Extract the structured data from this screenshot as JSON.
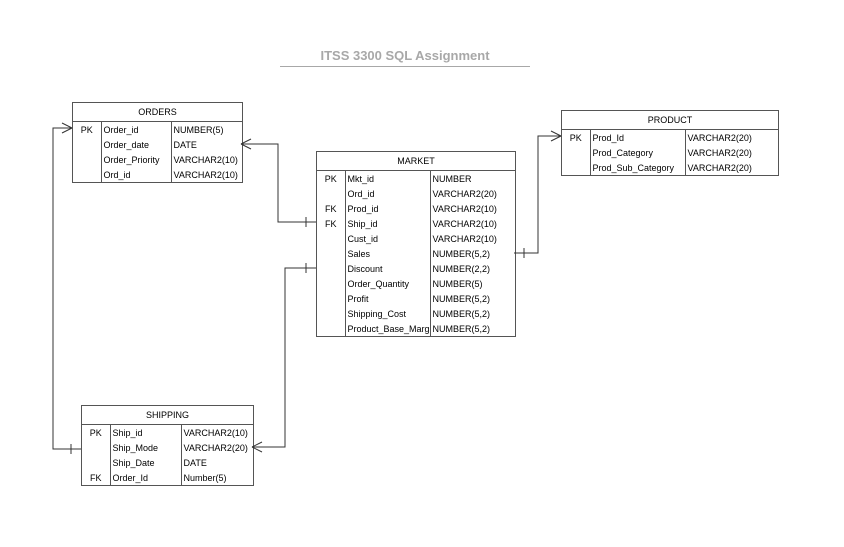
{
  "diagram": {
    "title": "ITSS 3300  SQL Assignment"
  },
  "entities": {
    "orders": {
      "name": "ORDERS",
      "rows": [
        {
          "key": "PK",
          "field": "Order_id",
          "type": "NUMBER(5)"
        },
        {
          "key": "",
          "field": "Order_date",
          "type": "DATE"
        },
        {
          "key": "",
          "field": "Order_Priority",
          "type": "VARCHAR2(10)"
        },
        {
          "key": "",
          "field": "Ord_id",
          "type": "VARCHAR2(10)"
        }
      ]
    },
    "market": {
      "name": "MARKET",
      "rows": [
        {
          "key": "PK",
          "field": "Mkt_id",
          "type": "NUMBER"
        },
        {
          "key": "",
          "field": "Ord_id",
          "type": "VARCHAR2(20)"
        },
        {
          "key": "FK",
          "field": "Prod_id",
          "type": "VARCHAR2(10)"
        },
        {
          "key": "FK",
          "field": "Ship_id",
          "type": "VARCHAR2(10)"
        },
        {
          "key": "",
          "field": "Cust_id",
          "type": "VARCHAR2(10)"
        },
        {
          "key": "",
          "field": "Sales",
          "type": "NUMBER(5,2)"
        },
        {
          "key": "",
          "field": "Discount",
          "type": "NUMBER(2,2)"
        },
        {
          "key": "",
          "field": "Order_Quantity",
          "type": "NUMBER(5)"
        },
        {
          "key": "",
          "field": "Profit",
          "type": "NUMBER(5,2)"
        },
        {
          "key": "",
          "field": "Shipping_Cost",
          "type": "NUMBER(5,2)"
        },
        {
          "key": "",
          "field": "Product_Base_Margin",
          "type": "NUMBER(5,2)"
        }
      ]
    },
    "product": {
      "name": "PRODUCT",
      "rows": [
        {
          "key": "PK",
          "field": "Prod_Id",
          "type": "VARCHAR2(20)"
        },
        {
          "key": "",
          "field": "Prod_Category",
          "type": "VARCHAR2(20)"
        },
        {
          "key": "",
          "field": "Prod_Sub_Category",
          "type": "VARCHAR2(20)"
        }
      ]
    },
    "shipping": {
      "name": "SHIPPING",
      "rows": [
        {
          "key": "PK",
          "field": "Ship_id",
          "type": "VARCHAR2(10)"
        },
        {
          "key": "",
          "field": "Ship_Mode",
          "type": "VARCHAR2(20)"
        },
        {
          "key": "",
          "field": "Ship_Date",
          "type": "DATE"
        },
        {
          "key": "FK",
          "field": "Order_Id",
          "type": "Number(5)"
        }
      ]
    }
  }
}
